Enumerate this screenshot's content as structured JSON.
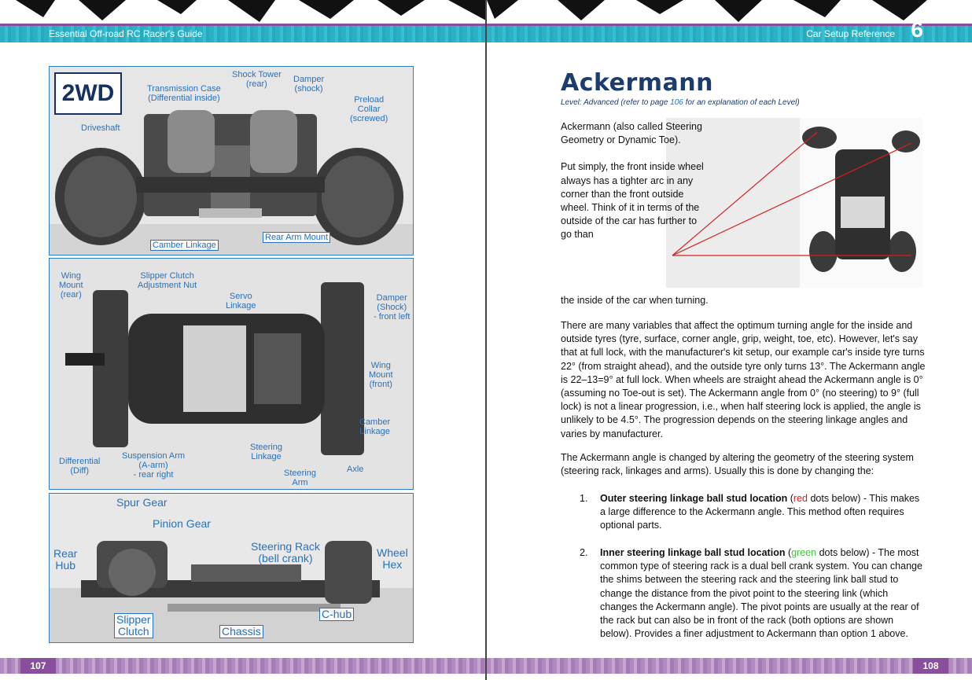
{
  "left_page": {
    "header_title": "Essential Off-road RC Racer's Guide",
    "page_number": "107",
    "photo1": {
      "badge": "2WD",
      "labels": {
        "shock_tower": "Shock Tower\n(rear)",
        "damper": "Damper\n(shock)",
        "transmission_case": "Transmission Case\n(Differential inside)",
        "preload_collar": "Preload\nCollar\n(screwed)",
        "driveshaft": "Driveshaft",
        "camber_linkage": "Camber Linkage",
        "rear_arm_mount": "Rear Arm Mount"
      }
    },
    "photo2": {
      "labels": {
        "wing_mount_rear": "Wing\nMount\n(rear)",
        "slipper_clutch_nut": "Slipper Clutch\nAdjustment Nut",
        "servo_linkage": "Servo\nLinkage",
        "damper_front_left": "Damper\n(Shock)\n- front left",
        "wing_mount_front": "Wing\nMount\n(front)",
        "camber_linkage": "Camber\nLinkage",
        "differential": "Differential\n(Diff)",
        "suspension_arm": "Suspension Arm\n(A-arm)\n- rear right",
        "steering_linkage": "Steering\nLinkage",
        "steering_arm": "Steering\nArm",
        "axle": "Axle"
      }
    },
    "photo3": {
      "labels": {
        "spur_gear": "Spur Gear",
        "pinion_gear": "Pinion Gear",
        "steering_rack": "Steering Rack\n(bell crank)",
        "rear_hub": "Rear\nHub",
        "wheel_hex": "Wheel\nHex",
        "slipper_clutch": "Slipper\nClutch",
        "chassis": "Chassis",
        "c_hub": "C-hub"
      }
    }
  },
  "right_page": {
    "header_title": "Car Setup Reference",
    "chapter_number": "6",
    "page_number": "108",
    "title": "Ackermann",
    "level_prefix": "Level: Advanced (refer to page ",
    "level_link": "106",
    "level_suffix": " for an explanation of each Level)",
    "intro_p1": "Ackermann (also called Steering Geometry or Dynamic Toe).",
    "intro_p2": "Put simply, the front inside wheel always has a tighter arc in any corner than the front outside wheel. Think of it in terms of the outside of the car has further to go than",
    "intro_p2_tail": "the inside of the car when turning.",
    "para2": "There are many variables that affect the optimum turning angle for the inside and outside tyres (tyre, surface, corner angle, grip, weight, toe, etc). However, let's say that at full lock, with the manufacturer's kit setup, our example car's inside tyre turns 22° (from straight ahead), and the outside tyre only turns 13°. The Ackermann angle is 22–13=9° at full lock. When wheels are straight ahead the Ackermann angle is 0° (assuming no Toe-out is set). The Ackermann angle from 0° (no steering) to 9° (full lock) is not a linear progression, i.e., when half steering lock is applied, the angle is unlikely to be 4.5°. The progression depends on the steering linkage angles and varies by manufacturer.",
    "para3": "The Ackermann angle is changed by altering the geometry of the steering system (steering rack, linkages and arms). Usually this is done by changing the:",
    "list": [
      {
        "num": "1.",
        "bold": "Outer steering linkage ball stud location",
        "colored_open": " (",
        "colored": "red",
        "colored_close": " dots below)",
        "rest": " - This makes a large difference to the Ackermann angle. This method often requires optional parts."
      },
      {
        "num": "2.",
        "bold": "Inner steering linkage ball stud location",
        "colored_open": " (",
        "colored": "green",
        "colored_close": " dots below)",
        "rest": " - The most common type of steering rack is a dual bell crank system. You can change the shims between the steering rack and the steering link ball stud to change the distance from the pivot point to the steering link (which changes the Ackermann angle). The pivot points are usually at the rear of the rack but can also be in front of the rack (both options are shown below). Provides a finer adjustment to Ackermann than option 1 above."
      }
    ]
  },
  "colors": {
    "header_teal": "#2bb0c6",
    "accent_purple": "#8a4f9c",
    "label_blue": "#2a71b8",
    "title_navy": "#1c3c6e",
    "red_dot": "#d42020",
    "green_dot": "#3fc43f"
  }
}
